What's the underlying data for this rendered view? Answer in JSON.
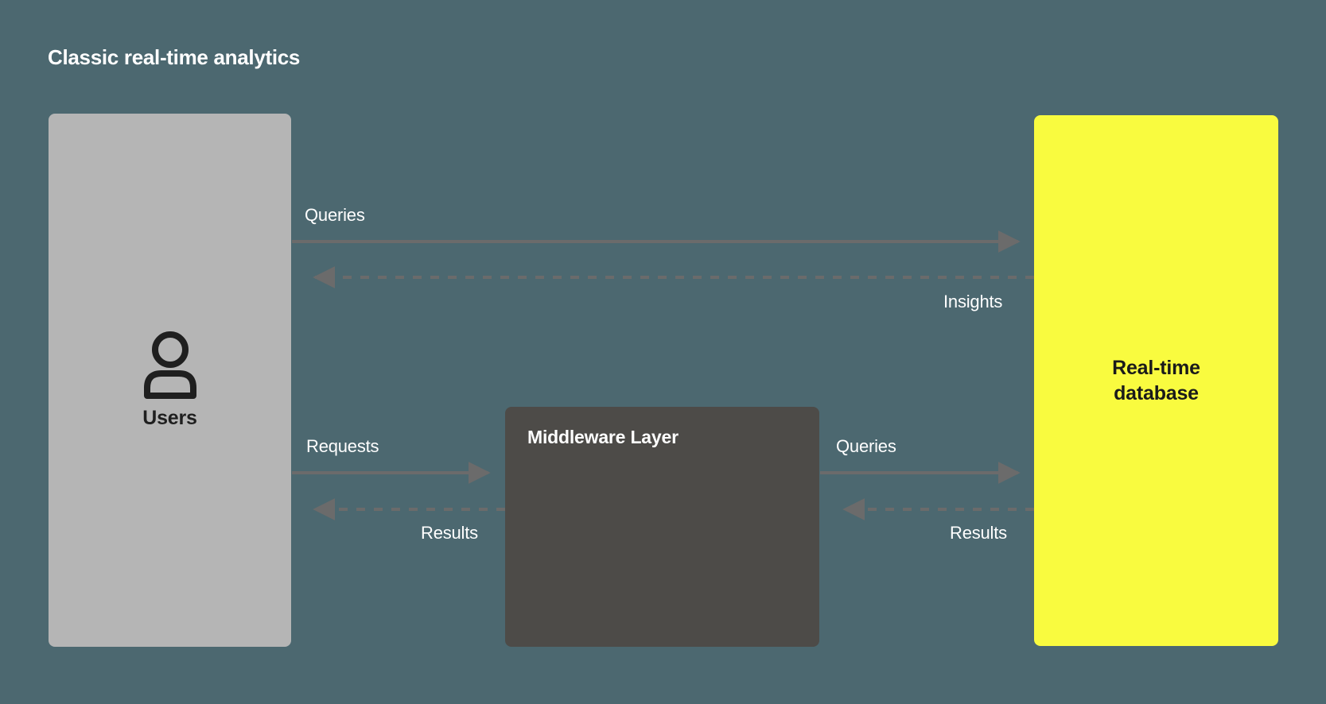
{
  "diagram": {
    "title": "Classic real-time analytics",
    "background_color": "#4c6870",
    "nodes": [
      {
        "id": "users",
        "label": "Users",
        "icon": "person-icon",
        "fill": "#b5b5b5",
        "text_color": "#1f1f1f"
      },
      {
        "id": "middleware",
        "label": "Middleware Layer",
        "fill": "#4d4b48",
        "text_color": "#ffffff"
      },
      {
        "id": "database",
        "label": "Real-time\ndatabase",
        "label_line1": "Real-time",
        "label_line2": "database",
        "fill": "#f9fb3f",
        "text_color": "#1a1a1a"
      }
    ],
    "edges": [
      {
        "id": "users-to-db-queries",
        "label": "Queries",
        "from": "users",
        "to": "database",
        "style": "solid",
        "direction": "right"
      },
      {
        "id": "db-to-users-insights",
        "label": "Insights",
        "from": "database",
        "to": "users",
        "style": "dashed",
        "direction": "left"
      },
      {
        "id": "users-to-middleware-req",
        "label": "Requests",
        "from": "users",
        "to": "middleware",
        "style": "solid",
        "direction": "right"
      },
      {
        "id": "middleware-to-users-results",
        "label": "Results",
        "from": "middleware",
        "to": "users",
        "style": "dashed",
        "direction": "left"
      },
      {
        "id": "middleware-to-db-queries",
        "label": "Queries",
        "from": "middleware",
        "to": "database",
        "style": "solid",
        "direction": "right"
      },
      {
        "id": "db-to-middleware-results",
        "label": "Results",
        "from": "database",
        "to": "middleware",
        "style": "dashed",
        "direction": "left"
      }
    ],
    "edge_color": "#6b6b6b"
  }
}
